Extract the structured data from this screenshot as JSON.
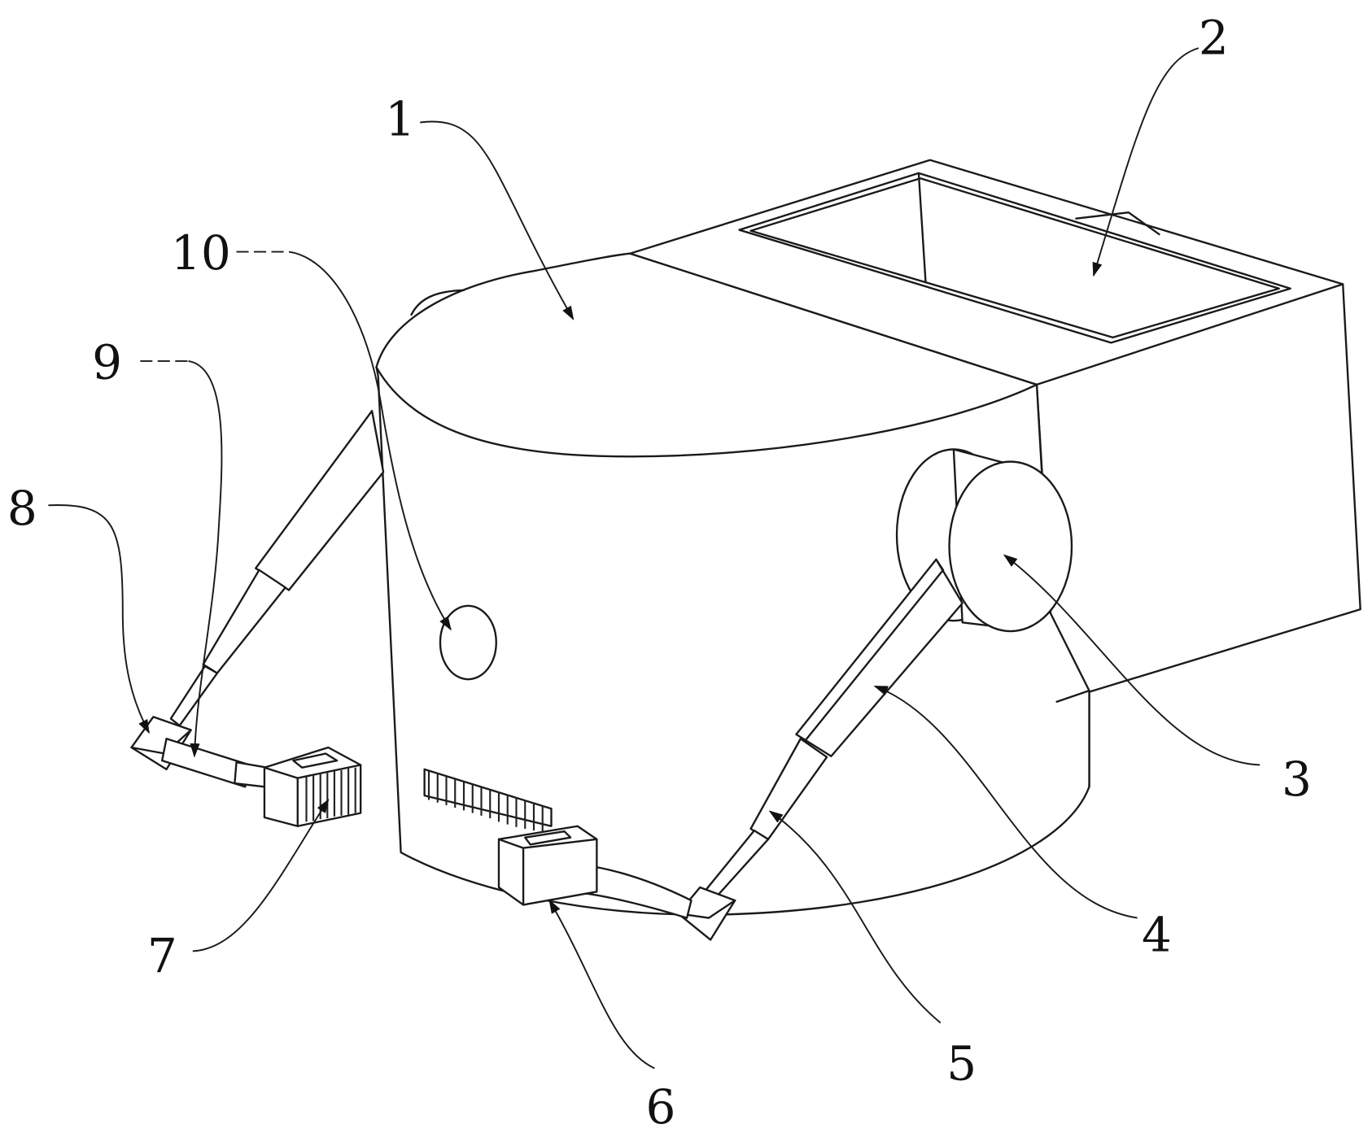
{
  "figure": {
    "labels": {
      "l1": "1",
      "l2": "2",
      "l3": "3",
      "l4": "4",
      "l5": "5",
      "l6": "6",
      "l7": "7",
      "l8": "8",
      "l9": "9",
      "l10": "10"
    },
    "line_color": "#1a1a1a",
    "background": "#ffffff"
  }
}
